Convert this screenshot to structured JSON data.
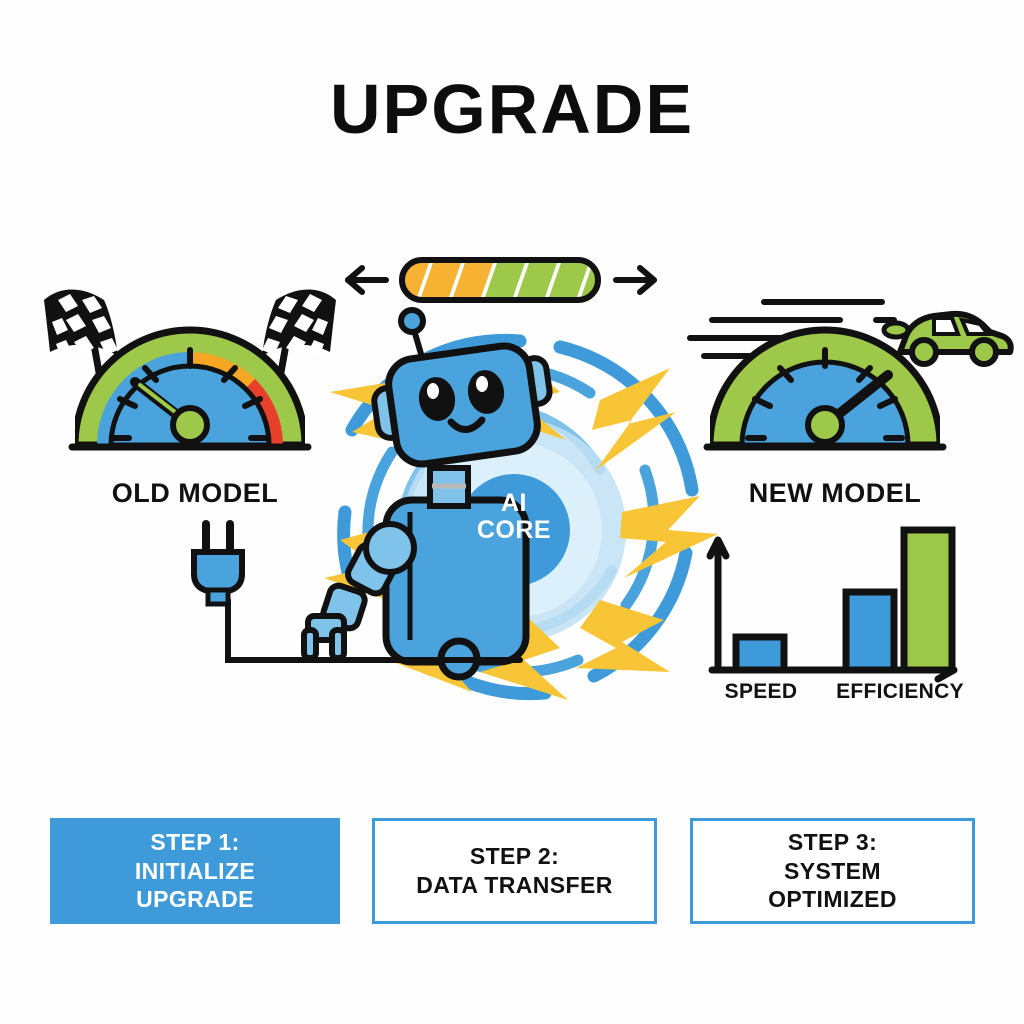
{
  "title": "UPGRADE",
  "colors": {
    "blue": "#3e9ad8",
    "light_blue": "#7fc3ea",
    "pale_blue": "#d6ecf9",
    "green": "#9ec84a",
    "orange": "#f5a623",
    "red": "#e8402a",
    "yellow": "#f8c537",
    "black": "#111111",
    "white": "#ffffff",
    "background": "#fefefe"
  },
  "progress_bar": {
    "name": "upgrade-progress",
    "fill_percent": 72,
    "segments": [
      "orange",
      "orange",
      "orange",
      "green",
      "green",
      "green",
      "green"
    ],
    "left_arrow": "←",
    "right_arrow": "→"
  },
  "gauges": [
    {
      "id": "old",
      "label": "OLD MODEL",
      "needle_angle_deg": -42,
      "arc_zones": [
        "blue",
        "orange",
        "red"
      ],
      "ring_color": "green",
      "face_color": "blue",
      "decoration": "checkered-flags"
    },
    {
      "id": "new",
      "label": "NEW MODEL",
      "needle_angle_deg": 52,
      "arc_zones": [
        "green"
      ],
      "ring_color": "green",
      "face_color": "blue",
      "decoration": "speed-lines-and-car"
    }
  ],
  "core": {
    "line1": "AI",
    "line2": "CORE",
    "rings": 4,
    "bolt_count": 8
  },
  "robot": {
    "name": "ai-robot",
    "has_antenna": true,
    "expression": "smiling"
  },
  "plug": {
    "name": "power-plug",
    "color": "blue"
  },
  "chart_data": {
    "type": "bar",
    "title": "",
    "categories": [
      "SPEED",
      "EFFICIENCY"
    ],
    "xlabel": "",
    "ylabel": "",
    "ylim": [
      0,
      100
    ],
    "grid": false,
    "legend": "none",
    "bars": [
      {
        "group": "SPEED",
        "series": "old",
        "value": 18,
        "color": "#3e9ad8"
      },
      {
        "group": "EFFICIENCY",
        "series": "old",
        "value": 55,
        "color": "#3e9ad8"
      },
      {
        "group": "EFFICIENCY",
        "series": "new",
        "value": 92,
        "color": "#9ec84a"
      }
    ],
    "tick_labels": [
      "SPEED",
      "EFFICIENCY"
    ]
  },
  "steps": [
    {
      "id": "step-1",
      "label": "STEP 1:\nINITIALIZE\nUPGRADE",
      "active": true
    },
    {
      "id": "step-2",
      "label": "STEP 2:\nDATA TRANSFER",
      "active": false
    },
    {
      "id": "step-3",
      "label": "STEP 3:\nSYSTEM\nOPTIMIZED",
      "active": false
    }
  ]
}
